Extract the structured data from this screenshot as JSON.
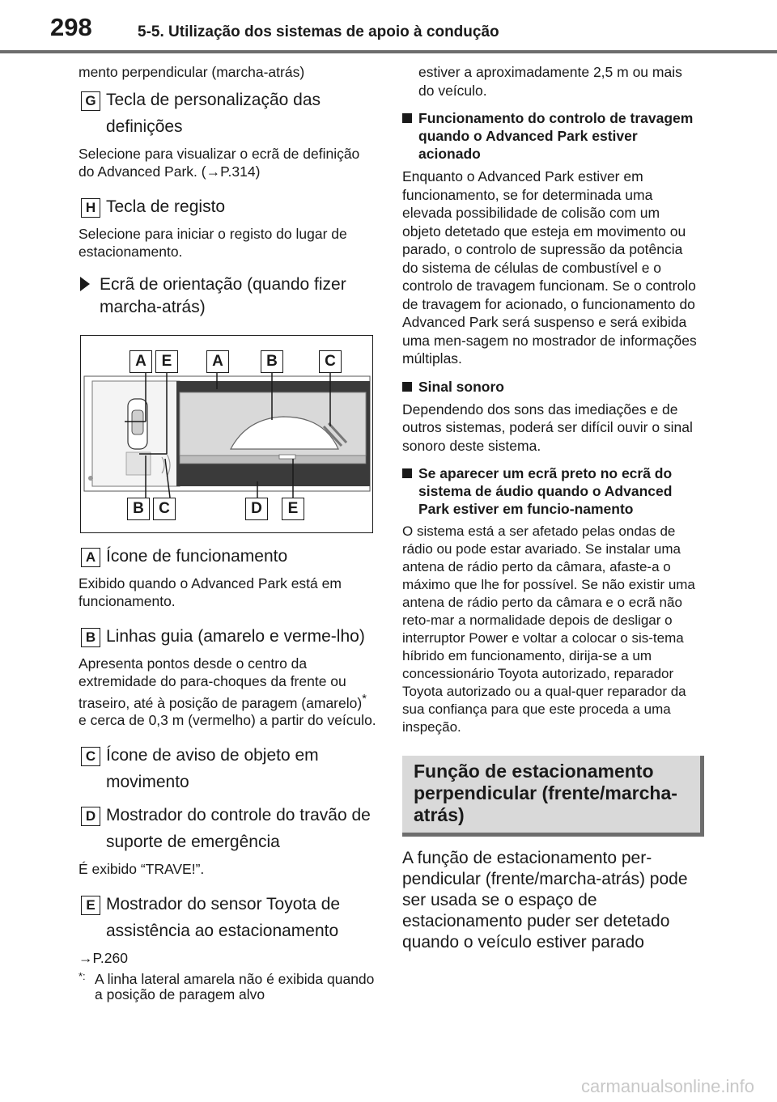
{
  "header": {
    "page_number": "298",
    "chapter": "5-5. Utilização dos sistemas de apoio à condução"
  },
  "left": {
    "intro": "mento perpendicular (marcha-atrás)",
    "item_g": {
      "key": "G",
      "title": "Tecla de personalização das definições",
      "desc": "Selecione para visualizar o ecrã de definição do Advanced Park. (→P.314)"
    },
    "item_h": {
      "key": "H",
      "title": "Tecla de registo",
      "desc": "Selecione para iniciar o registo do lugar de estacionamento."
    },
    "subhead": "Ecrã de orientação (quando fizer marcha-atrás)",
    "figure": {
      "top_labels": [
        "A",
        "E",
        "A",
        "B",
        "C"
      ],
      "bottom_labels": [
        "B",
        "C",
        "D",
        "E"
      ]
    },
    "item_a": {
      "key": "A",
      "title": "Ícone de funcionamento",
      "desc": "Exibido quando o Advanced Park está em funcionamento."
    },
    "item_b": {
      "key": "B",
      "title": "Linhas guia (amarelo e verme-lho)",
      "desc_1": "Apresenta pontos desde o centro da extremidade do para-choques da frente ou traseiro, até à posição de paragem (amarelo)",
      "desc_star": "*",
      "desc_2": " e cerca de 0,3 m (vermelho) a partir do veículo."
    },
    "item_c": {
      "key": "C",
      "title": "Ícone de aviso de objeto em movimento"
    },
    "item_d": {
      "key": "D",
      "title": "Mostrador do controle do travão de suporte de emergência",
      "desc": "É exibido “TRAVE!”."
    },
    "item_e": {
      "key": "E",
      "title": "Mostrador do sensor Toyota de assistência ao estacionamento",
      "desc": "→P.260"
    },
    "footnote": {
      "mark": "*:",
      "text": "A linha lateral amarela não é exibida quando a posição de paragem alvo"
    }
  },
  "right": {
    "continuation": "estiver a aproximadamente 2,5 m ou mais do veículo.",
    "s1_head": "Funcionamento do controlo de travagem quando o Advanced Park estiver acionado",
    "s1_body": "Enquanto o Advanced Park estiver em funcionamento, se for determinada uma elevada possibilidade de colisão com um objeto detetado que esteja em movimento ou parado, o controlo de supressão da potência do sistema de células de combustível e o controlo de travagem funcionam. Se o controlo de travagem for acionado, o funcionamento do Advanced Park será suspenso e será exibida uma men-sagem no mostrador de informações múltiplas.",
    "s2_head": "Sinal sonoro",
    "s2_body": "Dependendo dos sons das imediações e de outros sistemas, poderá ser difícil ouvir o sinal sonoro deste sistema.",
    "s3_head": "Se aparecer um ecrã preto no ecrã do sistema de áudio quando o Advanced Park estiver em funcio-namento",
    "s3_body": "O sistema está a ser afetado pelas ondas de rádio ou pode estar avariado. Se instalar uma antena de rádio perto da câmara, afaste-a o máximo que lhe for possível. Se não existir uma antena de rádio perto da câmara e o ecrã não reto-mar a normalidade depois de desligar o interruptor Power e voltar a colocar o sis-tema híbrido em funcionamento, dirija-se a um concessionário Toyota autorizado, reparador Toyota autorizado ou a qual-quer reparador da sua confiança para que este proceda a uma inspeção.",
    "section_title": "Função de estacionamento perpendicular (frente/marcha-atrás)",
    "section_body": "A função de estacionamento per-pendicular (frente/marcha-atrás) pode ser usada se o espaço de estacionamento puder ser detetado quando o veículo estiver parado"
  },
  "watermark": "carmanualsonline.info"
}
